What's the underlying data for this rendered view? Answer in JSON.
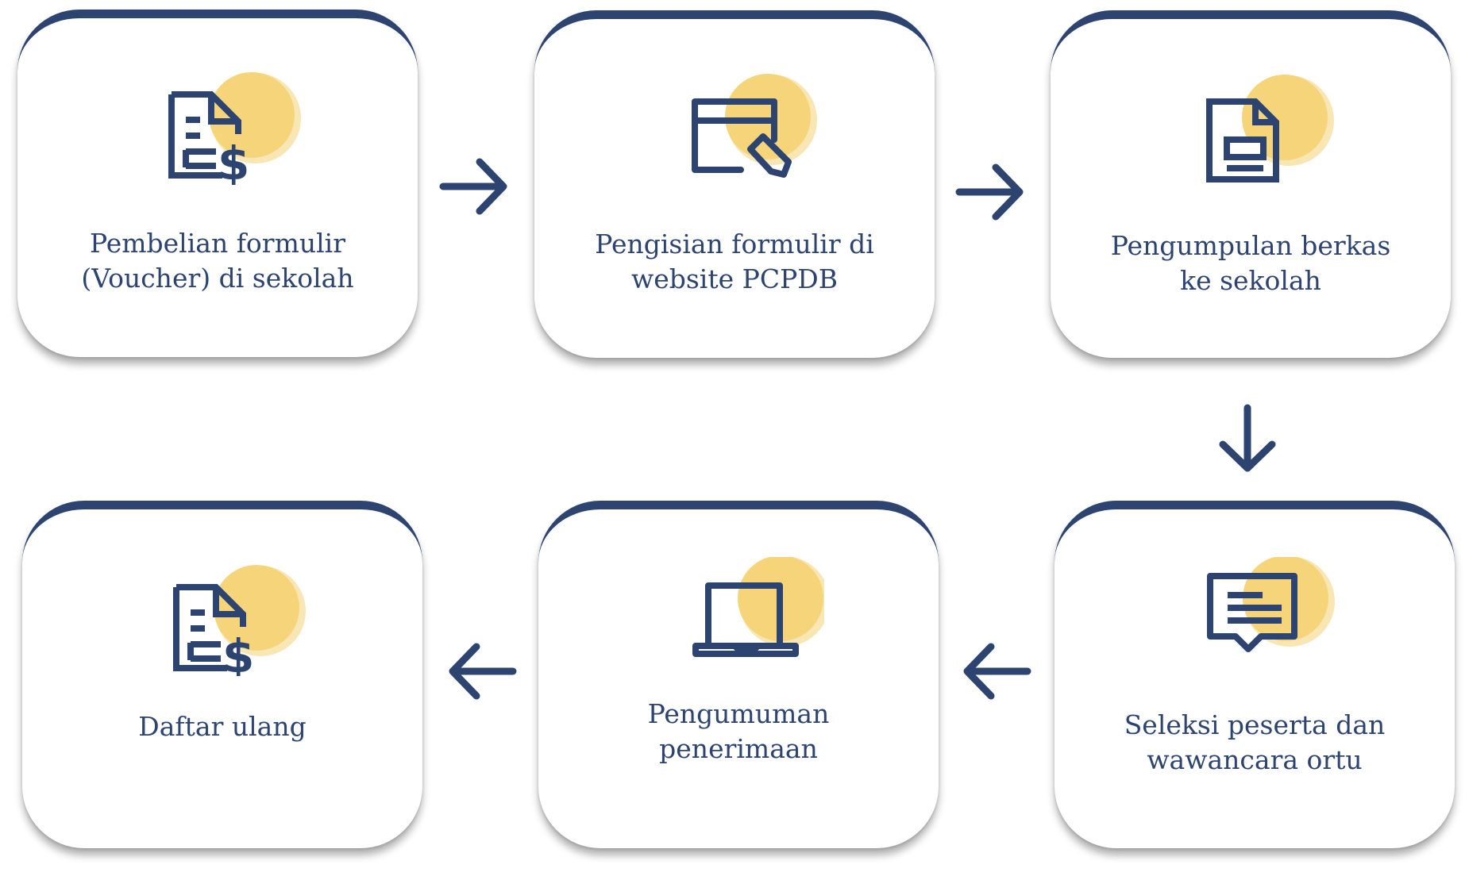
{
  "colors": {
    "navy": "#2d4470",
    "sun": "#f6d57a",
    "card_bg": "#ffffff"
  },
  "steps": [
    {
      "icon": "invoice-dollar-icon",
      "lines": [
        "Pembelian formulir",
        "(Voucher) di sekolah"
      ]
    },
    {
      "icon": "browser-edit-icon",
      "lines": [
        "Pengisian formulir di",
        "website PCPDB"
      ]
    },
    {
      "icon": "document-icon",
      "lines": [
        "Pengumpulan berkas",
        "ke sekolah"
      ]
    },
    {
      "icon": "chat-message-icon",
      "lines": [
        "Seleksi peserta dan",
        "wawancara ortu"
      ]
    },
    {
      "icon": "laptop-icon",
      "lines": [
        "Pengumuman",
        "penerimaan"
      ]
    },
    {
      "icon": "invoice-dollar-icon",
      "lines": [
        "Daftar ulang"
      ]
    }
  ],
  "arrows": [
    {
      "direction": "right",
      "from": 1,
      "to": 2
    },
    {
      "direction": "right",
      "from": 2,
      "to": 3
    },
    {
      "direction": "down",
      "from": 3,
      "to": 4
    },
    {
      "direction": "left",
      "from": 4,
      "to": 5
    },
    {
      "direction": "left",
      "from": 5,
      "to": 6
    }
  ]
}
